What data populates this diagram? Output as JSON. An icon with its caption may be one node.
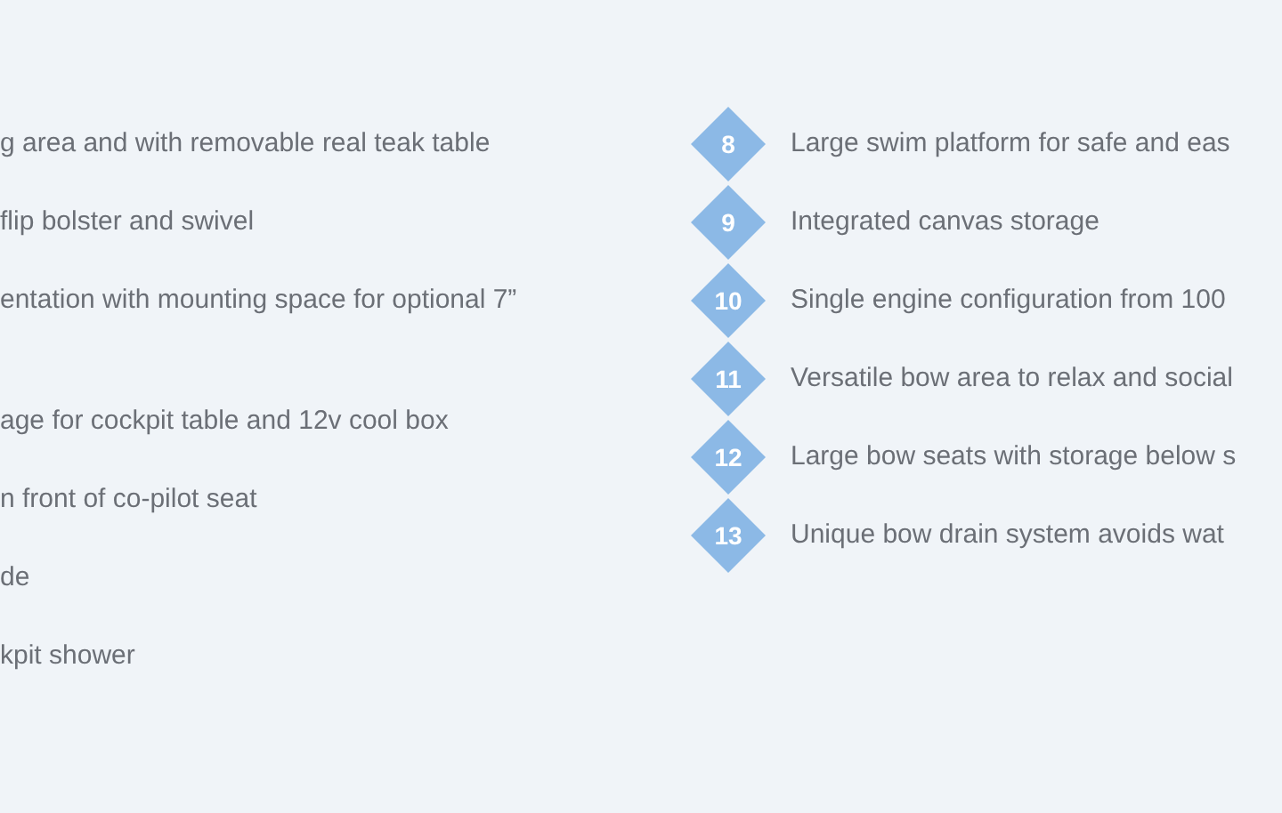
{
  "diagram": {
    "nodes": [
      {
        "text": [
          "8"
        ],
        "beside": [
          "Large swim platform for safe and eas"
        ]
      },
      {
        "text": [
          "9"
        ],
        "beside": [
          "Integrated canvas storage"
        ]
      },
      {
        "text": [
          "10"
        ],
        "beside": [
          "Single engine configuration from 100"
        ]
      },
      {
        "text": [
          "11"
        ],
        "beside": [
          "Versatile bow area to relax and social"
        ]
      },
      {
        "text": [
          "12"
        ],
        "beside": [
          "Large bow seats with storage below s"
        ]
      },
      {
        "text": [
          "13"
        ],
        "beside": [
          "Unique bow drain system avoids wat"
        ]
      }
    ],
    "edges": [],
    "labels": [
      "g area and with removable real teak table",
      "flip bolster and swivel",
      "entation with mounting space for optional 7”",
      "age for cockpit table and 12v cool box",
      "n front of co-pilot seat",
      "de",
      "kpit shower"
    ]
  }
}
